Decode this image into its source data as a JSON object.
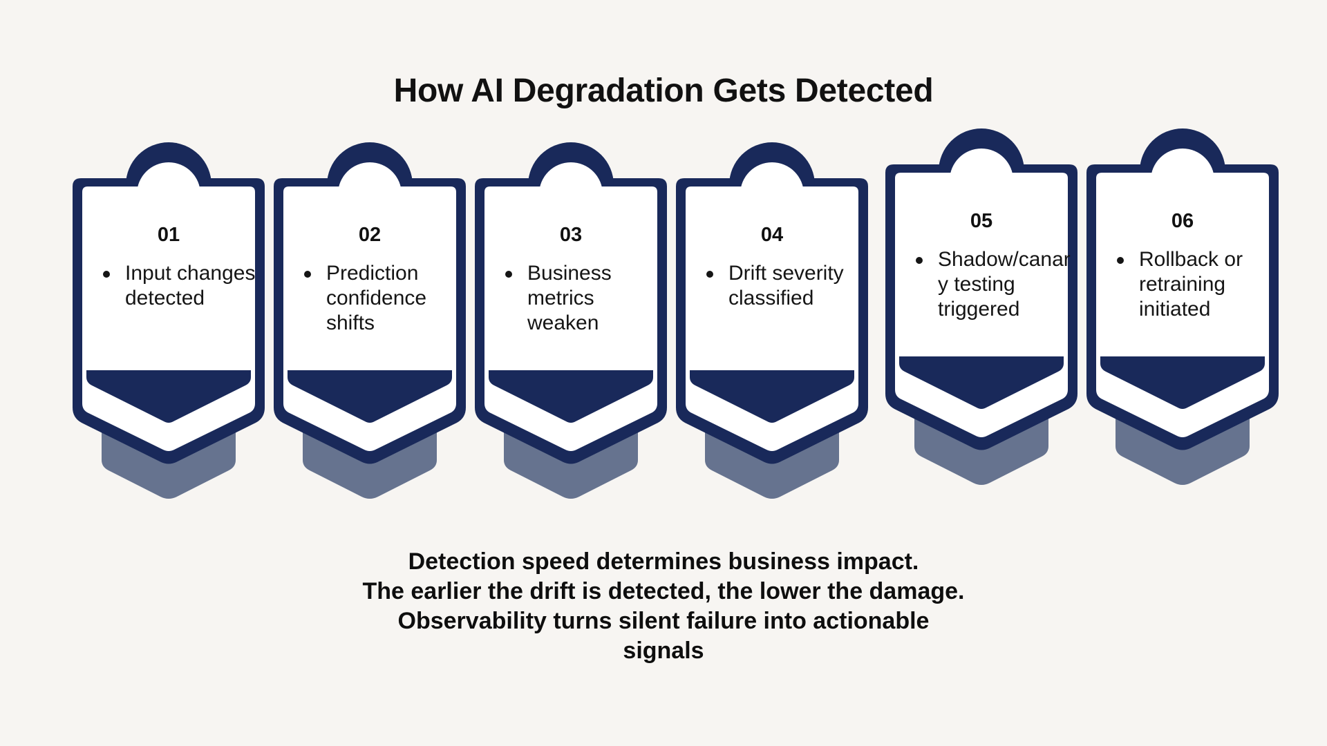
{
  "title": "How AI Degradation Gets Detected",
  "colors": {
    "background": "#f7f5f2",
    "navy": "#19295a",
    "shadow": "#66738f",
    "card": "#ffffff"
  },
  "steps": [
    {
      "number": "01",
      "text": "Input changes detected"
    },
    {
      "number": "02",
      "text": "Prediction confidence shifts"
    },
    {
      "number": "03",
      "text": "Business metrics weaken"
    },
    {
      "number": "04",
      "text": "Drift severity classified"
    },
    {
      "number": "05",
      "text": "Shadow/canary testing triggered"
    },
    {
      "number": "06",
      "text": "Rollback or retraining initiated"
    }
  ],
  "footer": {
    "lines": [
      "Detection speed determines business impact.",
      "The earlier the drift is detected, the lower the damage.",
      "Observability turns silent failure into actionable",
      "signals"
    ]
  }
}
